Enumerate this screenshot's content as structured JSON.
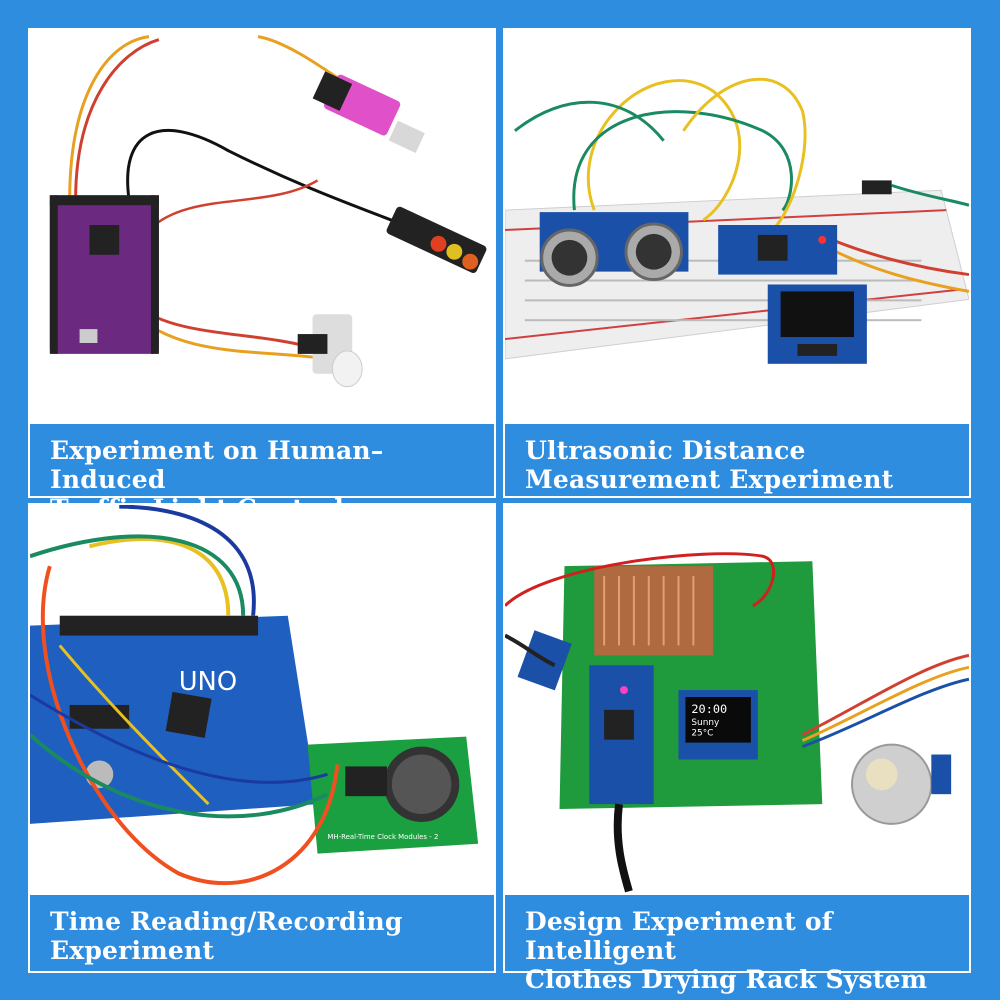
{
  "colors": {
    "background": "#2f8de0",
    "caption_bg": "#2f8de0",
    "caption_text": "#ffffff"
  },
  "panels": [
    {
      "caption_line1": "Experiment on Human–Induced",
      "caption_line2": "Traffic Light Control"
    },
    {
      "caption_line1": "Ultrasonic Distance",
      "caption_line2": "Measurement Experiment"
    },
    {
      "caption_line1": "Time Reading/Recording",
      "caption_line2": "Experiment",
      "board_label": "UNO",
      "module_label": "MH-Real-Time Clock Modules - 2"
    },
    {
      "caption_line1": "Design Experiment of Intelligent",
      "caption_line2": "Clothes Drying Rack System",
      "screen_time": "20:00",
      "screen_weather": "Sunny",
      "screen_temp": "25°C"
    }
  ]
}
